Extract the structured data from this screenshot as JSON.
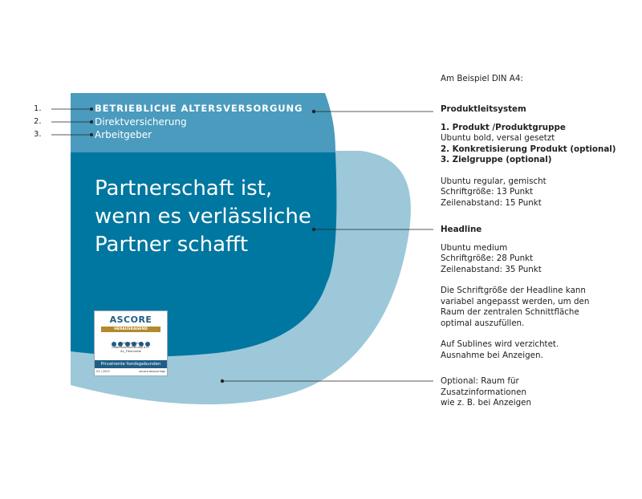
{
  "colors": {
    "header_band": "#4a9bbd",
    "main_shape": "#0077a0",
    "light_curve": "#9cc8da",
    "text_white": "#ffffff",
    "leader_line": "#222222"
  },
  "left_numbers": [
    "1.",
    "2.",
    "3."
  ],
  "product_system": {
    "line1": "BETRIEBLICHE ALTERSVERSORGUNG",
    "line2": "Direktversicherung",
    "line3": "Arbeitgeber"
  },
  "headline": {
    "lines": [
      "Partnerschaft ist,",
      "wenn es verlässliche",
      "Partner schafft"
    ]
  },
  "seal": {
    "brand": "ASCORE",
    "ribbon": "HERAUSRAGEND",
    "company": "ALTE LEIPZIGER",
    "company2": "Lebensversicherung a.G.",
    "product": "AL_Flexinvest",
    "bar": "Privatrente fondsgebunden",
    "date": "03 | 2023",
    "site": "ascore.de/scorings"
  },
  "annotations": {
    "intro": "Am Beispiel DIN A4:",
    "produktleitsystem": {
      "title": "Produktleitsystem",
      "item1": "1. Produkt /Produktgruppe",
      "item1_note": "Ubuntu bold, versal gesetzt",
      "item2": "2. Konkretisierung Produkt (optional)",
      "item3": "3. Zielgruppe (optional)",
      "spec1": "Ubuntu regular, gemischt",
      "spec2": "Schriftgröße: 13 Punkt",
      "spec3": "Zeilenabstand: 15 Punkt"
    },
    "headline": {
      "title": "Headline",
      "spec1": "Ubuntu medium",
      "spec2": "Schriftgröße: 28 Punkt",
      "spec3": "Zeilenabstand: 35 Punkt",
      "desc": [
        "Die Schriftgröße der Headline kann",
        "variabel angepasst werden, um den",
        "Raum der zentralen Schnittfläche",
        "optimal auszufüllen."
      ],
      "sublines": [
        "Auf Sublines wird verzichtet.",
        "Ausnahme bei Anzeigen."
      ]
    },
    "optional": [
      "Optional: Raum für",
      "Zusatzinformationen",
      "wie z. B. bei Anzeigen"
    ]
  }
}
